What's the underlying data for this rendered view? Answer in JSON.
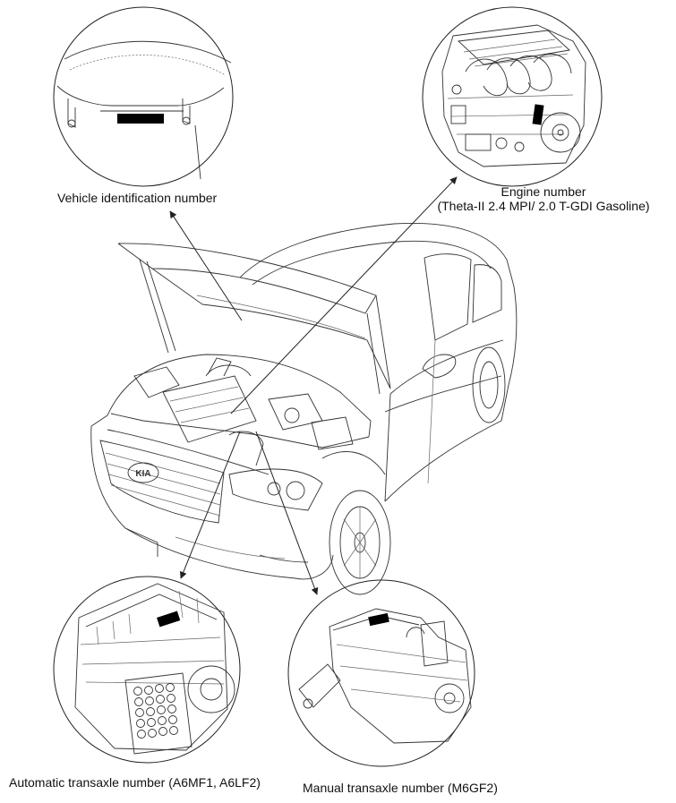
{
  "labels": {
    "vin": "Vehicle identification number",
    "engine_title": "Engine number",
    "engine_sub": "(Theta-II 2.4 MPI/ 2.0 T-GDI Gasoline)",
    "automatic": "Automatic transaxle number (A6MF1, A6LF2)",
    "manual": "Manual transaxle number (M6GF2)"
  },
  "emblem_text": "KIA"
}
